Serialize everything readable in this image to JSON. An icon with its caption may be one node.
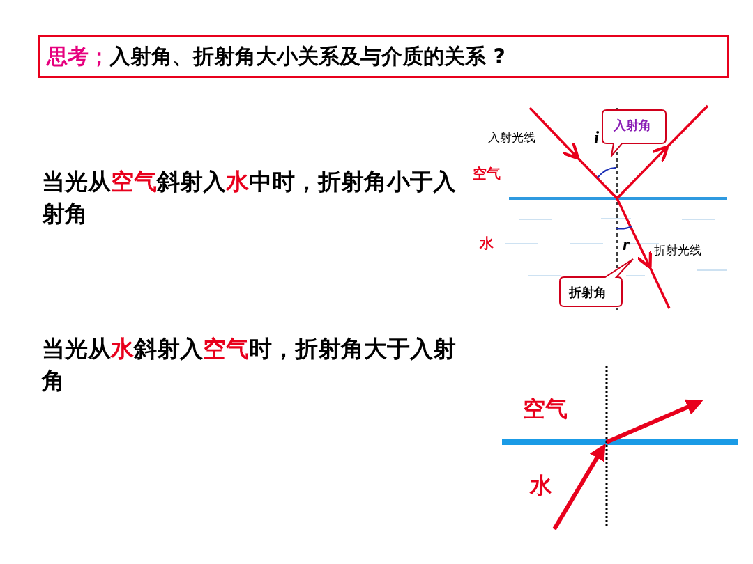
{
  "diagram": {
    "title": "**思考；**入射角、折射角大小关系及与介质的关系 ?",
    "nodes": [
      {
        "text": [
          "入射角"
        ]
      },
      {
        "text": [
          "折射角"
        ]
      }
    ],
    "labels": [
      "当光从**空气**斜射入**水**中时，折射角小于入射角",
      "入射光线",
      "i",
      "空气",
      "水",
      "r",
      "折射光线",
      "当光从**水**斜射入**空气**时，折射角大于入射角",
      "空气",
      "水"
    ]
  }
}
